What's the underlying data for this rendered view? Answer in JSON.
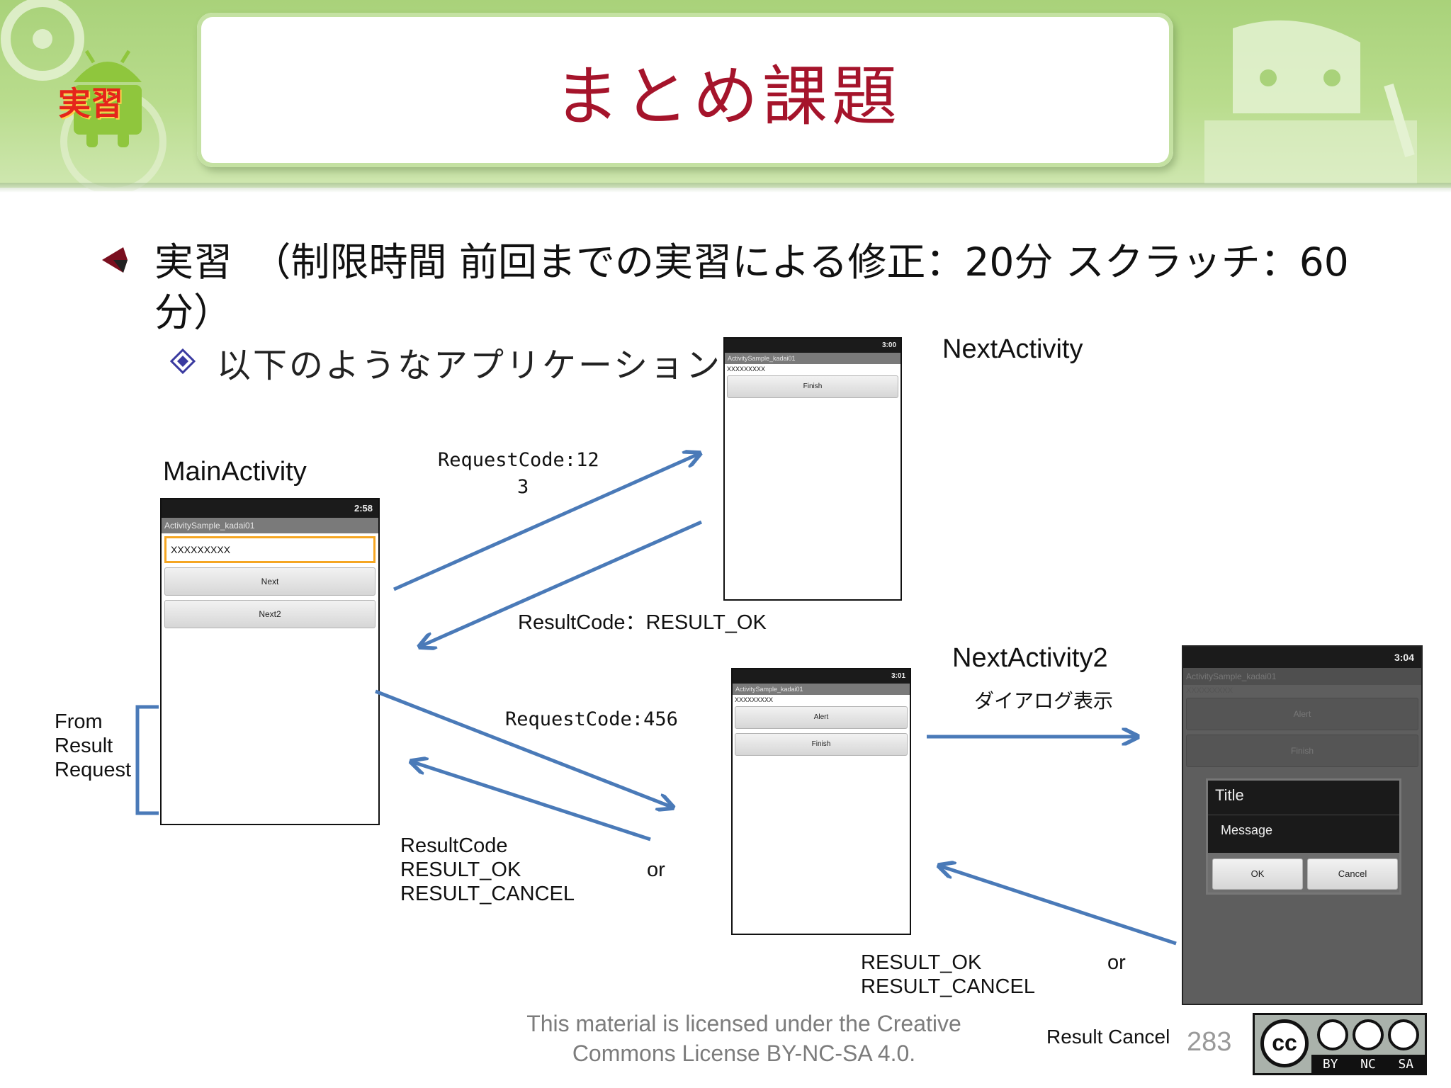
{
  "header": {
    "title": "まとめ課題",
    "badge": "実習"
  },
  "bullets": {
    "main_line1": "実習　（制限時間  前回までの実習による修正：20分  スクラッチ：60",
    "main_line2": "分）",
    "sub": "以下のようなアプリケーション"
  },
  "labels": {
    "main_activity": "MainActivity",
    "next_activity": "NextActivity",
    "next_activity2": "NextActivity2",
    "dialog_display": "ダイアログ表示",
    "request_code_1_a": "RequestCode:12",
    "request_code_1_b": "3",
    "result_code_ok": "ResultCode：RESULT_OK",
    "request_code_2": "RequestCode:456",
    "result_code_head": "ResultCode",
    "result_ok": "RESULT_OK",
    "result_cancel": "RESULT_CANCEL",
    "or": "or",
    "result_ok_2": "RESULT_OK",
    "result_cancel_2": "RESULT_CANCEL",
    "or_2": "or",
    "from": "From",
    "result": "Result",
    "request": "Request",
    "result_cancel_label": "Result Cancel"
  },
  "phones": {
    "main": {
      "time": "2:58",
      "app_title": "ActivitySample_kadai01",
      "input_value": "XXXXXXXXX",
      "btn1": "Next",
      "btn2": "Next2"
    },
    "next": {
      "time": "3:00",
      "app_title": "ActivitySample_kadai01",
      "text": "XXXXXXXXX",
      "btn1": "Finish"
    },
    "next2": {
      "time": "3:01",
      "app_title": "ActivitySample_kadai01",
      "text": "XXXXXXXXX",
      "btn1": "Alert",
      "btn2": "Finish"
    },
    "dialog": {
      "time": "3:04",
      "app_title": "ActivitySample_kadai01",
      "text": "XXXXXXXXX",
      "btn1": "Alert",
      "btn2": "Finish",
      "dialog_title": "Title",
      "dialog_message": "Message",
      "ok": "OK",
      "cancel": "Cancel"
    }
  },
  "footer": {
    "license_line1": "This material is licensed under the Creative",
    "license_line2": "Commons License BY-NC-SA 4.0.",
    "page_number": "283",
    "cc_badge": "cc",
    "cc_by": "BY",
    "cc_nc": "NC",
    "cc_sa": "SA"
  },
  "colors": {
    "title": "#a5142b",
    "arrow": "#4a7ab8",
    "header_green": "#b9dc8d"
  }
}
